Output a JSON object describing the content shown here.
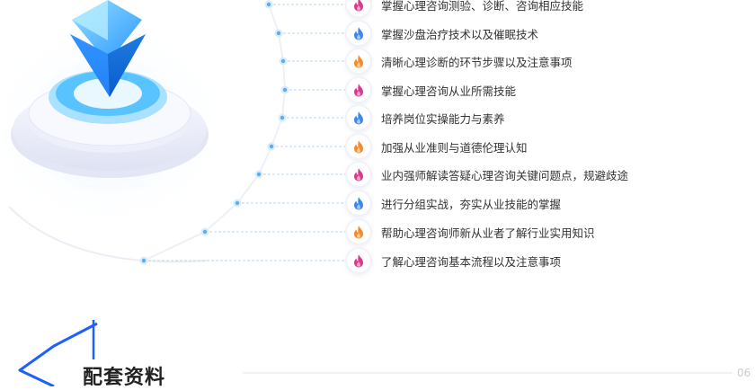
{
  "skills": [
    {
      "label": "掌握心理咨询测验、诊断、咨询相应技能",
      "flame": "magenta"
    },
    {
      "label": "掌握沙盘治疗技术以及催眠技术",
      "flame": "blue"
    },
    {
      "label": "清晰心理诊断的环节步骤以及注意事项",
      "flame": "orange"
    },
    {
      "label": "掌握心理咨询从业所需技能",
      "flame": "magenta"
    },
    {
      "label": "培养岗位实操能力与素养",
      "flame": "blue"
    },
    {
      "label": "加强从业准则与道德伦理认知",
      "flame": "orange"
    },
    {
      "label": "业内强师解读答疑心理咨询关键问题点，规避歧途",
      "flame": "magenta"
    },
    {
      "label": "进行分组实战，夯实从业技能的掌握",
      "flame": "blue"
    },
    {
      "label": "帮助心理咨询师新从业者了解行业实用知识",
      "flame": "orange"
    },
    {
      "label": "了解心理咨询基本流程以及注意事项",
      "flame": "magenta"
    }
  ],
  "section": {
    "title": "配套资料",
    "page_number": "06"
  },
  "colors": {
    "magenta": "#d93a8c",
    "blue": "#3b86ef",
    "orange": "#f58a2a",
    "dot": "#5aaef0",
    "line": "#b9d6f5"
  },
  "icons": {
    "flame": "flame-icon",
    "crystal": "crystal-gem-icon"
  }
}
